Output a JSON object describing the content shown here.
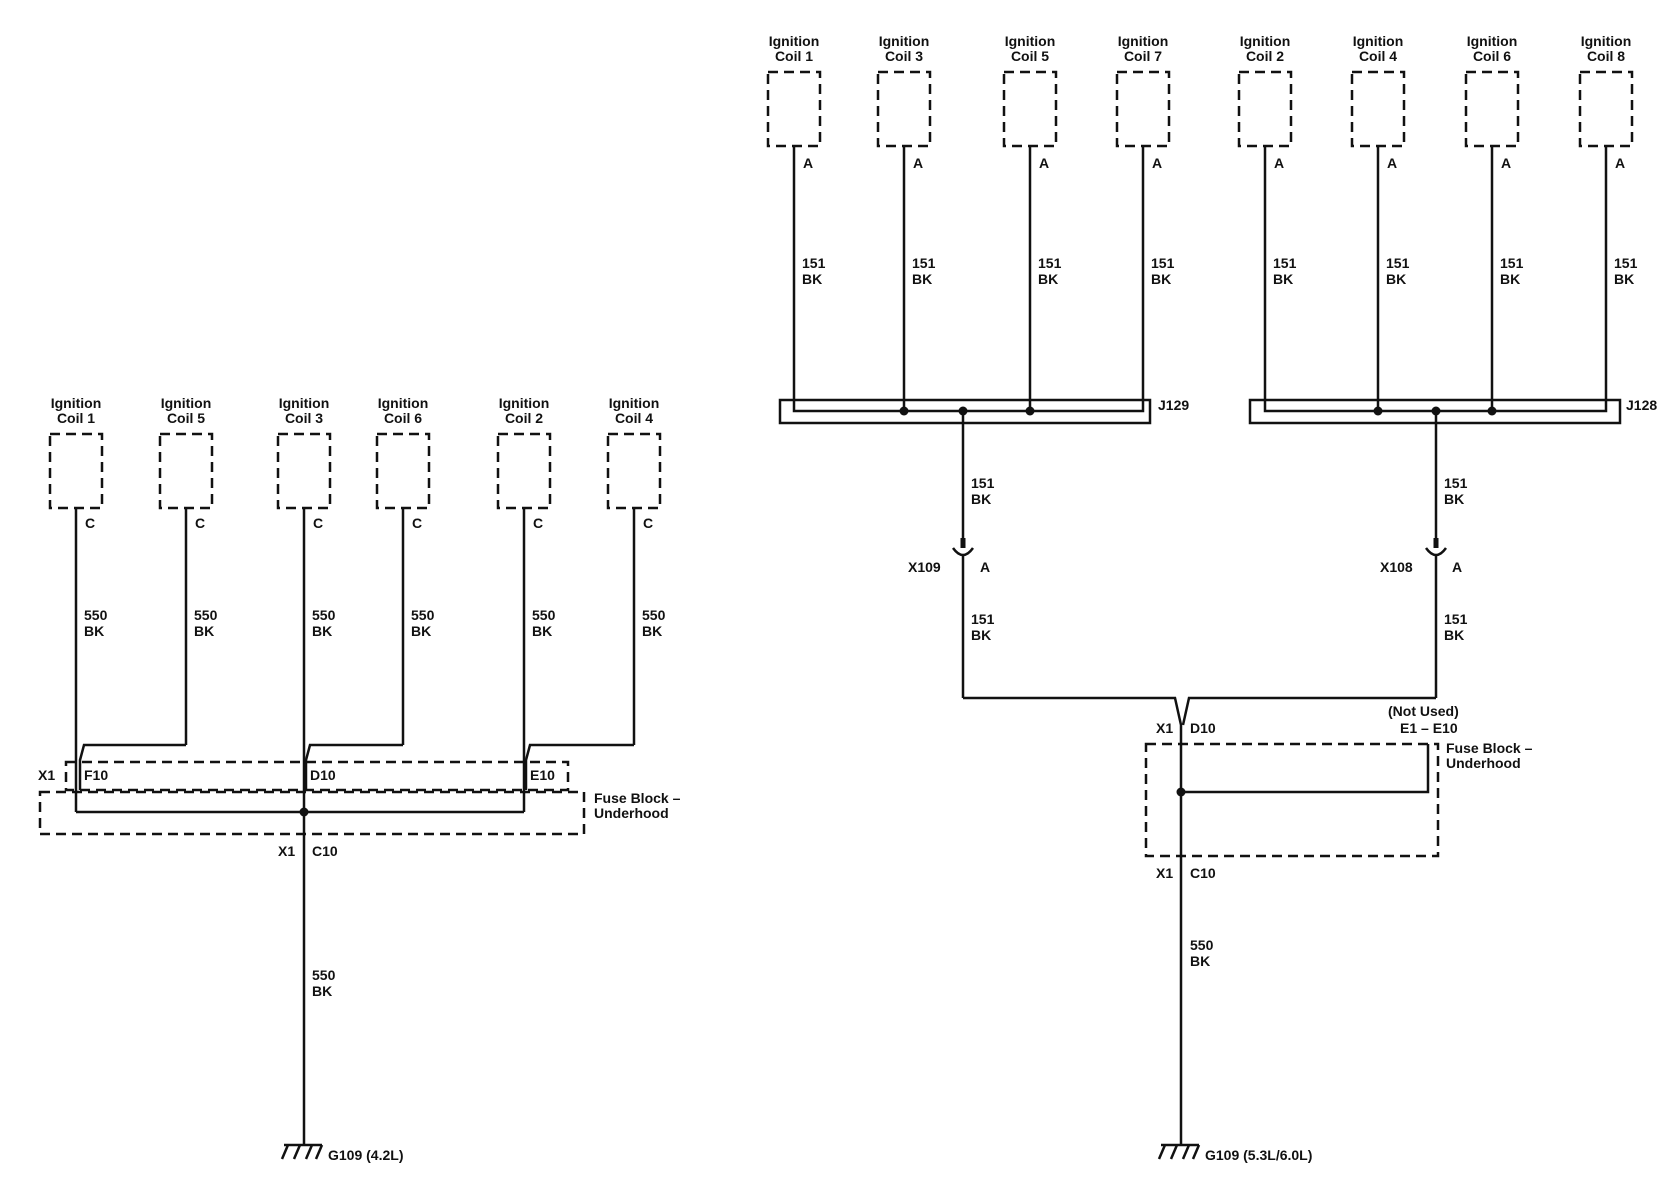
{
  "left": {
    "coils": [
      {
        "line1": "Ignition",
        "line2": "Coil 1",
        "pin": "C",
        "circuit": "550",
        "color": "BK"
      },
      {
        "line1": "Ignition",
        "line2": "Coil 5",
        "pin": "C",
        "circuit": "550",
        "color": "BK"
      },
      {
        "line1": "Ignition",
        "line2": "Coil 3",
        "pin": "C",
        "circuit": "550",
        "color": "BK"
      },
      {
        "line1": "Ignition",
        "line2": "Coil 6",
        "pin": "C",
        "circuit": "550",
        "color": "BK"
      },
      {
        "line1": "Ignition",
        "line2": "Coil 2",
        "pin": "C",
        "circuit": "550",
        "color": "BK"
      },
      {
        "line1": "Ignition",
        "line2": "Coil 4",
        "pin": "C",
        "circuit": "550",
        "color": "BK"
      }
    ],
    "x1_label": "X1",
    "pins": [
      "F10",
      "D10",
      "E10"
    ],
    "fuse_block_line1": "Fuse Block –",
    "fuse_block_line2": "Underhood",
    "out_x1": "X1",
    "out_pin": "C10",
    "out_circuit": "550",
    "out_color": "BK",
    "ground": "G109 (4.2L)"
  },
  "right": {
    "coils": [
      {
        "line1": "Ignition",
        "line2": "Coil 1",
        "pin": "A",
        "circuit": "151",
        "color": "BK"
      },
      {
        "line1": "Ignition",
        "line2": "Coil 3",
        "pin": "A",
        "circuit": "151",
        "color": "BK"
      },
      {
        "line1": "Ignition",
        "line2": "Coil 5",
        "pin": "A",
        "circuit": "151",
        "color": "BK"
      },
      {
        "line1": "Ignition",
        "line2": "Coil 7",
        "pin": "A",
        "circuit": "151",
        "color": "BK"
      },
      {
        "line1": "Ignition",
        "line2": "Coil 2",
        "pin": "A",
        "circuit": "151",
        "color": "BK"
      },
      {
        "line1": "Ignition",
        "line2": "Coil 4",
        "pin": "A",
        "circuit": "151",
        "color": "BK"
      },
      {
        "line1": "Ignition",
        "line2": "Coil 6",
        "pin": "A",
        "circuit": "151",
        "color": "BK"
      },
      {
        "line1": "Ignition",
        "line2": "Coil 8",
        "pin": "A",
        "circuit": "151",
        "color": "BK"
      }
    ],
    "splice_left": "J129",
    "splice_right": "J128",
    "connectors": [
      {
        "name": "X109",
        "pin": "A",
        "circuit_above": "151",
        "color_above": "BK",
        "circuit_below": "151",
        "color_below": "BK"
      },
      {
        "name": "X108",
        "pin": "A",
        "circuit_above": "151",
        "color_above": "BK",
        "circuit_below": "151",
        "color_below": "BK"
      }
    ],
    "not_used": "(Not Used)",
    "range": "E1 – E10",
    "x1_label": "X1",
    "pin_in": "D10",
    "fuse_block_line1": "Fuse Block –",
    "fuse_block_line2": "Underhood",
    "out_x1": "X1",
    "out_pin": "C10",
    "out_circuit": "550",
    "out_color": "BK",
    "ground": "G109 (5.3L/6.0L)"
  }
}
